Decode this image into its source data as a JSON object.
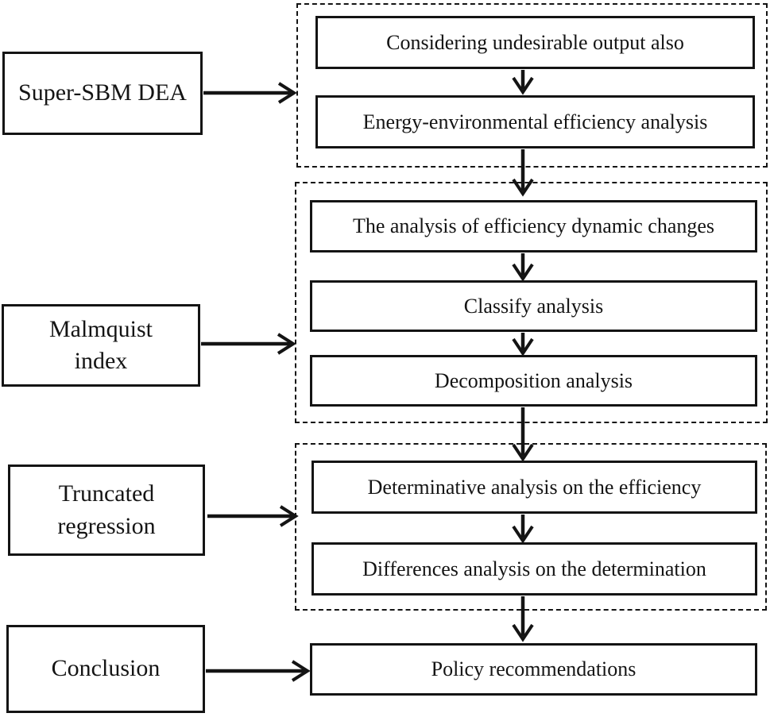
{
  "colors": {
    "ink": "#141414",
    "background": "#ffffff"
  },
  "left_column": [
    {
      "label": "Super-SBM DEA"
    },
    {
      "label": "Malmquist\nindex"
    },
    {
      "label": "Truncated\nregression"
    },
    {
      "label": "Conclusion"
    }
  ],
  "groups": [
    {
      "boxes": [
        {
          "label": "Considering undesirable output also"
        },
        {
          "label": "Energy-environmental efficiency analysis"
        }
      ]
    },
    {
      "boxes": [
        {
          "label": "The analysis of efficiency dynamic changes"
        },
        {
          "label": "Classify analysis"
        },
        {
          "label": "Decomposition analysis"
        }
      ]
    },
    {
      "boxes": [
        {
          "label": "Determinative analysis on the efficiency"
        },
        {
          "label": "Differences analysis on the determination"
        }
      ]
    }
  ],
  "final_box": {
    "label": "Policy recommendations"
  }
}
